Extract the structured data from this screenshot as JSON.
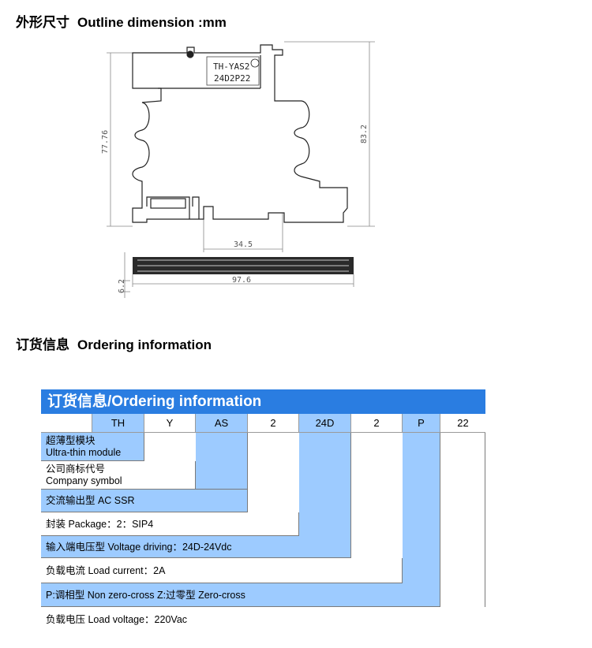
{
  "sections": {
    "outline": {
      "cn": "外形尺寸",
      "en": "Outline dimension :mm"
    },
    "ordering": {
      "cn": "订货信息",
      "en": "Ordering information"
    }
  },
  "drawing": {
    "label_line1": "TH-YAS2",
    "label_line2": "24D2P22",
    "dim_height_left": "77.76",
    "dim_height_right": "83.2",
    "dim_rail": "34.5",
    "dim_length": "97.6",
    "dim_thickness": "6.2"
  },
  "ordering": {
    "banner": "订货信息/Ordering information",
    "codes": [
      "TH",
      "Y",
      "AS",
      "2",
      "24D",
      "2",
      "P",
      "22"
    ],
    "rows": [
      {
        "line1": "超薄型模块",
        "line2": "Ultra-thin module"
      },
      {
        "line1": "公司商标代号",
        "line2": "Company symbol"
      },
      {
        "line1": "交流输出型 AC SSR"
      },
      {
        "line1": "封装 Package：2：SIP4"
      },
      {
        "line1": "输入端电压型  Voltage driving：24D-24Vdc"
      },
      {
        "line1": "负载电流  Load current：2A"
      },
      {
        "line1": "P:调相型  Non zero-cross   Z:过零型  Zero-cross"
      },
      {
        "line1": "负载电压  Load voltage：220Vac"
      }
    ]
  },
  "colors": {
    "banner": "#2a7de1",
    "cell_blue": "#9dcbff"
  }
}
